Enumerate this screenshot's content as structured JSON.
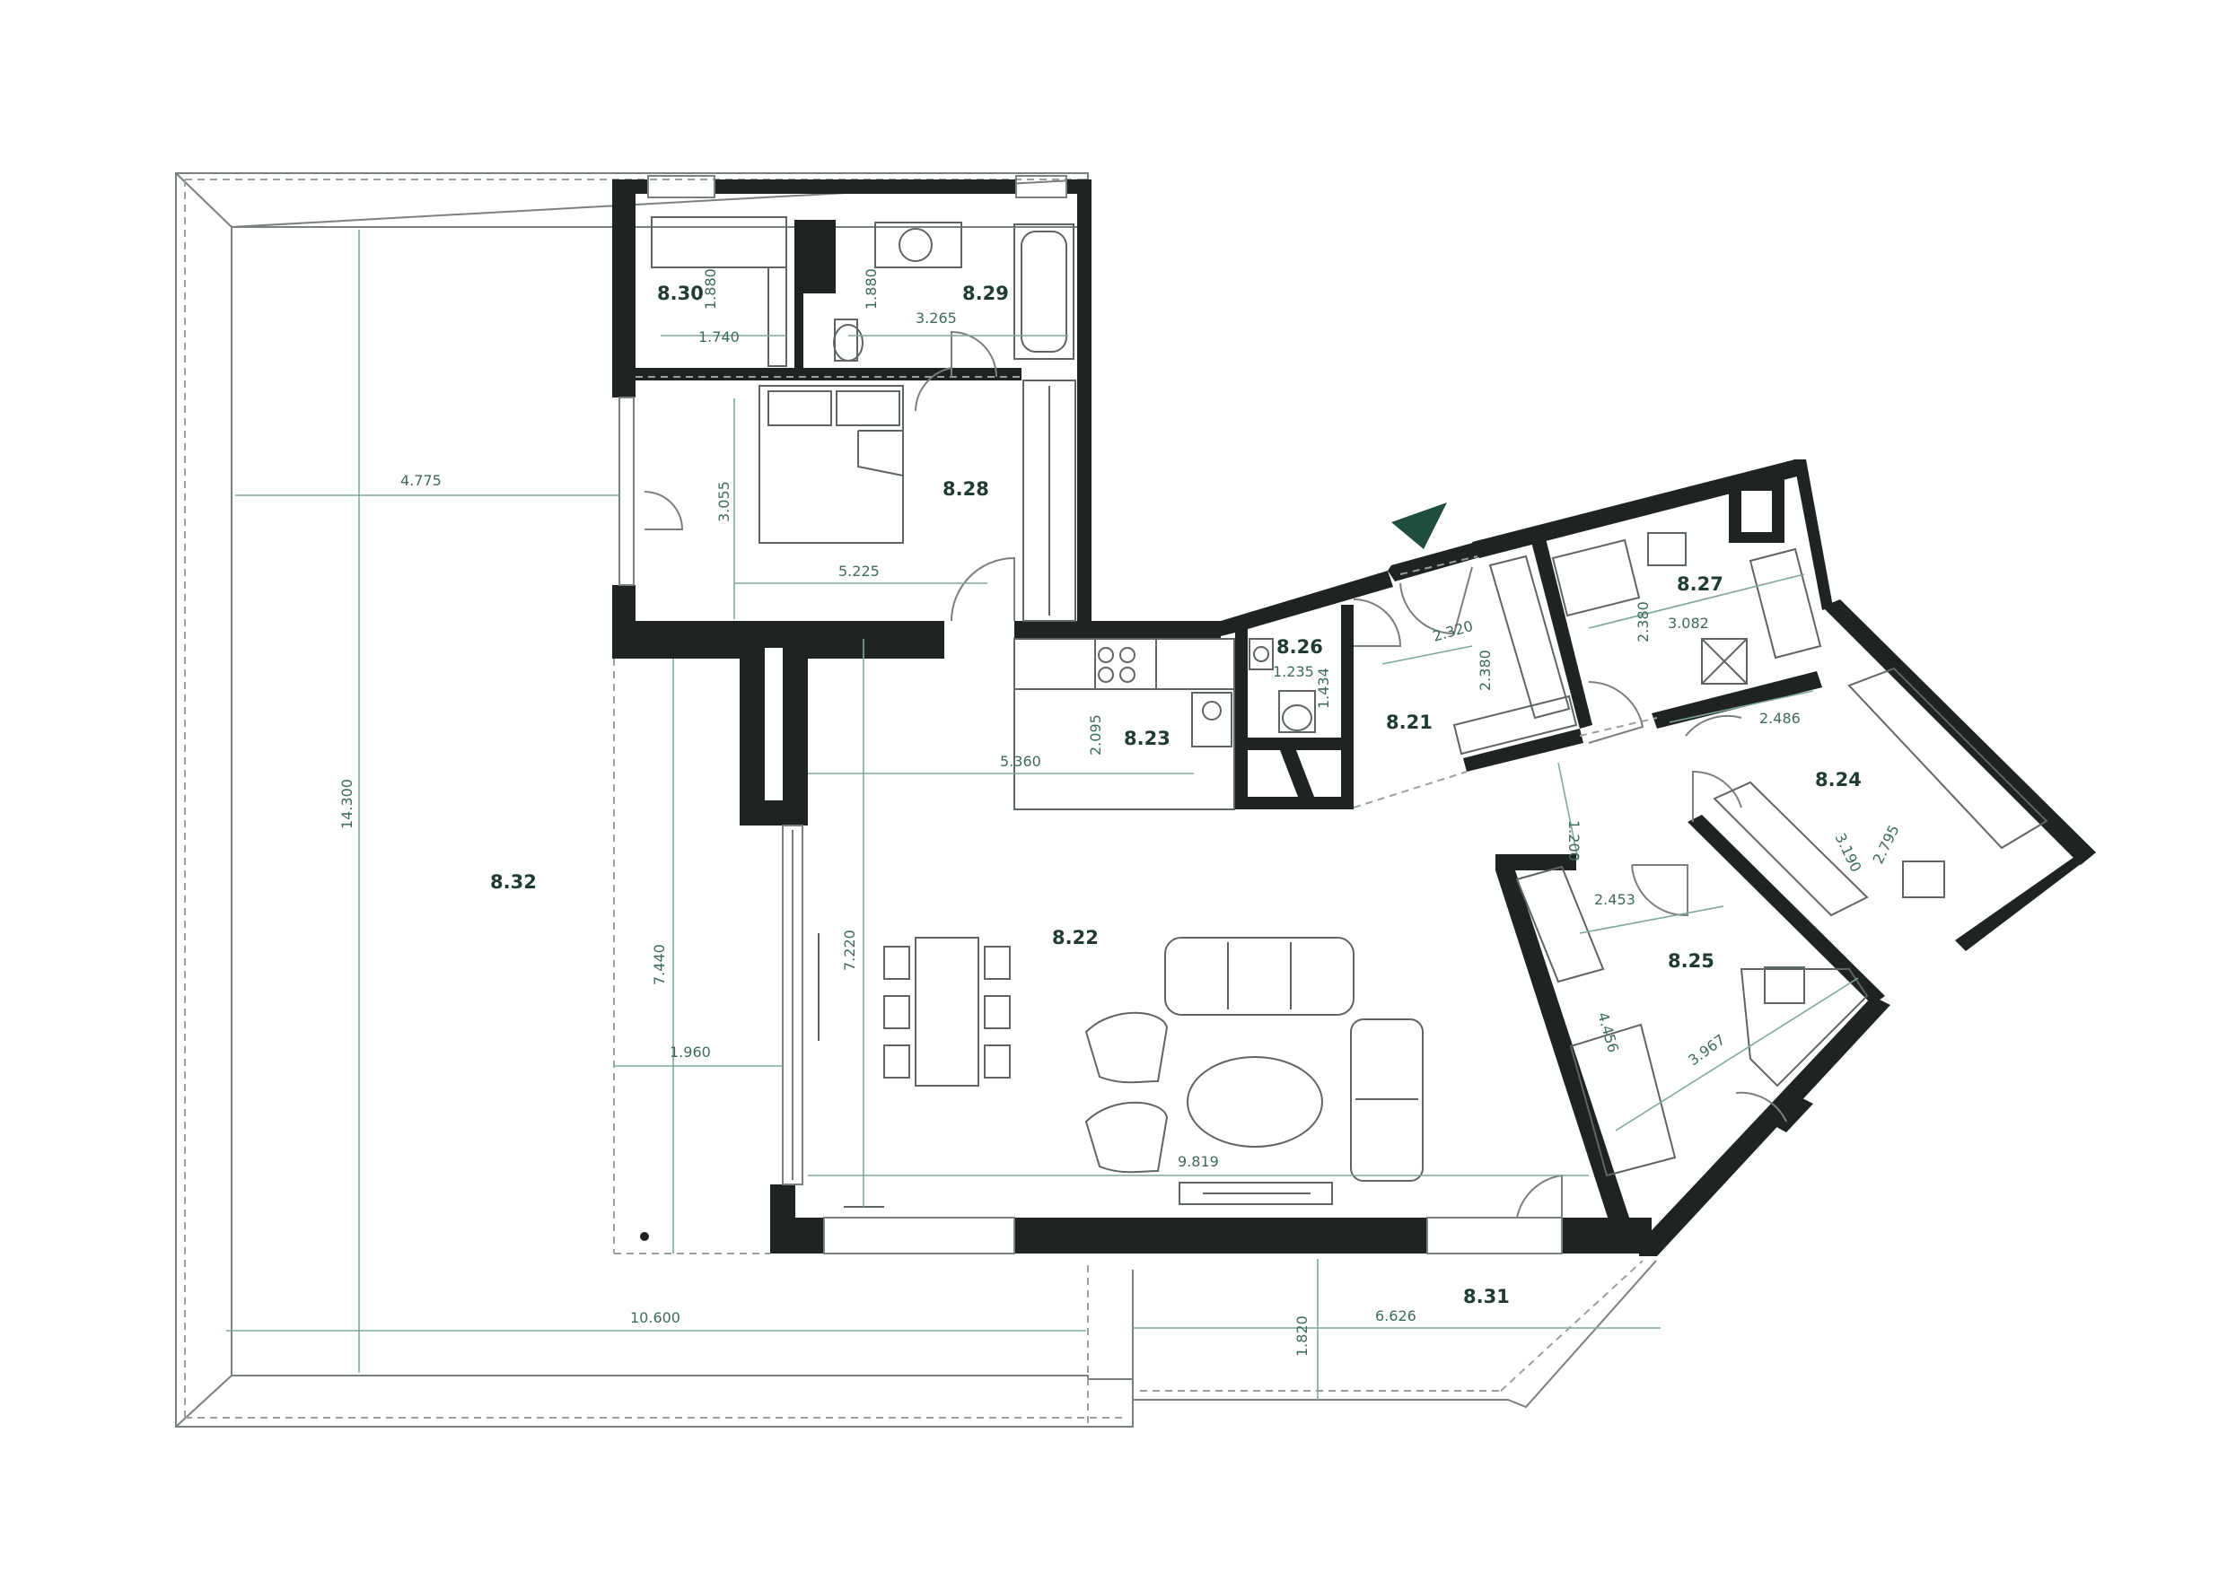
{
  "rooms": {
    "r830": "8.30",
    "r829": "8.29",
    "r828": "8.28",
    "r832": "8.32",
    "r826": "8.26",
    "r823": "8.23",
    "r822": "8.22",
    "r821": "8.21",
    "r827": "8.27",
    "r824": "8.24",
    "r825": "8.25",
    "r831": "8.31"
  },
  "dimensions": {
    "d_1880_a": "1.880",
    "d_1880_b": "1.880",
    "d_1740": "1.740",
    "d_3265": "3.265",
    "d_4775": "4.775",
    "d_3055": "3.055",
    "d_5225": "5.225",
    "d_14300": "14.300",
    "d_5360": "5.360",
    "d_2095": "2.095",
    "d_1235": "1.235",
    "d_1434": "1.434",
    "d_2320": "2.320",
    "d_2380_a": "2.380",
    "d_2380_b": "2.380",
    "d_3082": "3.082",
    "d_2486": "2.486",
    "d_1200": "1.200",
    "d_3190": "3.190",
    "d_2795": "2.795",
    "d_2453": "2.453",
    "d_7220": "7.220",
    "d_7440": "7.440",
    "d_1960": "1.960",
    "d_4456": "4.456",
    "d_3967": "3.967",
    "d_9819": "9.819",
    "d_10600": "10.600",
    "d_1820": "1.820",
    "d_6626": "6.626"
  },
  "colors": {
    "wall": "#1f2422",
    "accent": "#1f4d3f",
    "dimension": "#7fa89a"
  },
  "icons": {
    "entrance": "triangle-arrow-icon"
  }
}
